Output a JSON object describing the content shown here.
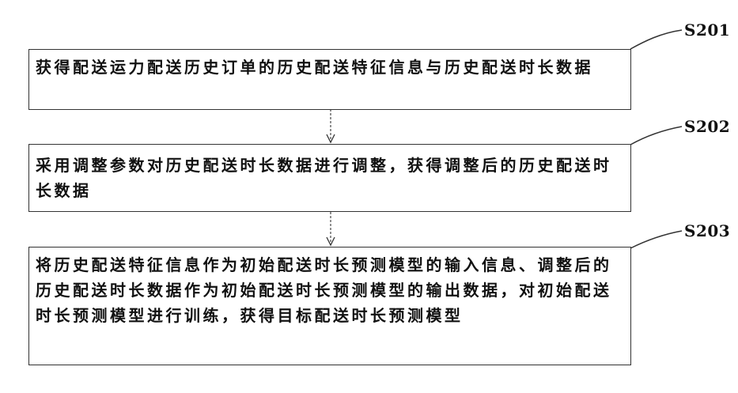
{
  "steps": [
    {
      "label": "S201",
      "text": "获得配送运力配送历史订单的历史配送特征信息与历史配送时长数据"
    },
    {
      "label": "S202",
      "text": "采用调整参数对历史配送时长数据进行调整，获得调整后的历史配送时长数据"
    },
    {
      "label": "S203",
      "text": "将历史配送特征信息作为初始配送时长预测模型的输入信息、调整后的历史配送时长数据作为初始配送时长预测模型的输出数据，对初始配送时长预测模型进行训练，获得目标配送时长预测模型"
    }
  ],
  "colors": {
    "border": "#333333",
    "text": "#111111"
  }
}
